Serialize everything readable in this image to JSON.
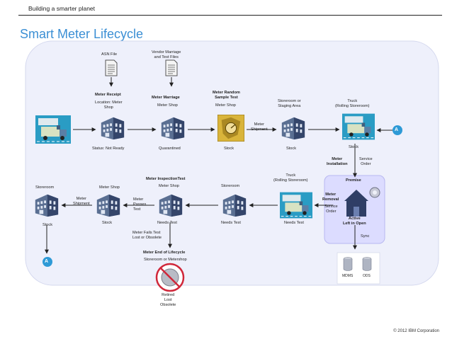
{
  "header": {
    "tagline": "Building a smarter planet",
    "title": "Smart Meter Lifecycle",
    "copyright": "© 2012 IBM Corporation"
  },
  "colors": {
    "title": "#3b8fd4",
    "panel": "#eef0fb",
    "premise_panel": "#dcdcff",
    "badge": "#2e9ad6",
    "truck_bg": "#2a9cc4",
    "highlight_meter": "#d9b43a",
    "building": "#5a6f92"
  },
  "icons": {
    "document": "document-icon",
    "building": "storeroom-building-icon",
    "truck": "truck-icon",
    "house": "house-icon",
    "meter": "meter-icon",
    "database": "database-icon",
    "retired": "retired-meter-icon",
    "badge": "connector-a-icon"
  },
  "top_row": {
    "asn_file": "ASN File",
    "vendor_marriage": "Vendor Marriage\nand Test Files",
    "meter_receipt": {
      "heading": "Meter Receipt",
      "sub": "Location: Meter\nShop",
      "status": "Status: Not Ready"
    },
    "meter_marriage": {
      "heading": "Meter Marriage",
      "sub": "Meter Shop",
      "status": "Quarantined"
    },
    "random_sample": {
      "heading": "Meter Random\nSample Test",
      "sub": "Meter Shop",
      "status": "Stock"
    },
    "meter_shipment": "Meter\nShipment",
    "staging": {
      "sub": "Storeroom or\nStaging Area",
      "status": "Stock"
    },
    "truck": {
      "sub": "Truck\n(Rolling Storeroom)",
      "status": "Stock"
    },
    "connector": "A"
  },
  "middle": {
    "meter_installation": "Meter\nInstallation",
    "service_order": "Service\nOrder",
    "premise": "Premise",
    "meter_removal": "Meter\nRemoval",
    "service_order_2": "Service\nOrder",
    "active": "Active\nLeft in Open",
    "sync": "Sync",
    "mdms": "MDMS",
    "ods": "ODS"
  },
  "bottom_row": {
    "truck2": {
      "sub": "Truck\n(Rolling Storeroom)",
      "status": "Needs Test"
    },
    "storeroom_mid": {
      "sub": "Storeroom",
      "status": "Needs Test"
    },
    "inspection": {
      "heading": "Meter InspectionTest",
      "sub": "Meter Shop",
      "status": "Needs Test"
    },
    "meter_passes": "Meter\nPasses\nTest",
    "meter_shop_left": {
      "sub": "Meter Shop",
      "status": "Stock"
    },
    "meter_shipment_2": "Meter\nShipment",
    "storeroom_left": {
      "sub": "Storeroom",
      "status": "Stock"
    },
    "connector": "A",
    "meter_fails": "Meter Fails Test\nLost or Obsolete",
    "end_of_lifecycle": {
      "heading": "Meter End of Lifecycle",
      "sub": "Storeroom or Metershop"
    },
    "retired": "Retired\nLost\nObsolete"
  }
}
